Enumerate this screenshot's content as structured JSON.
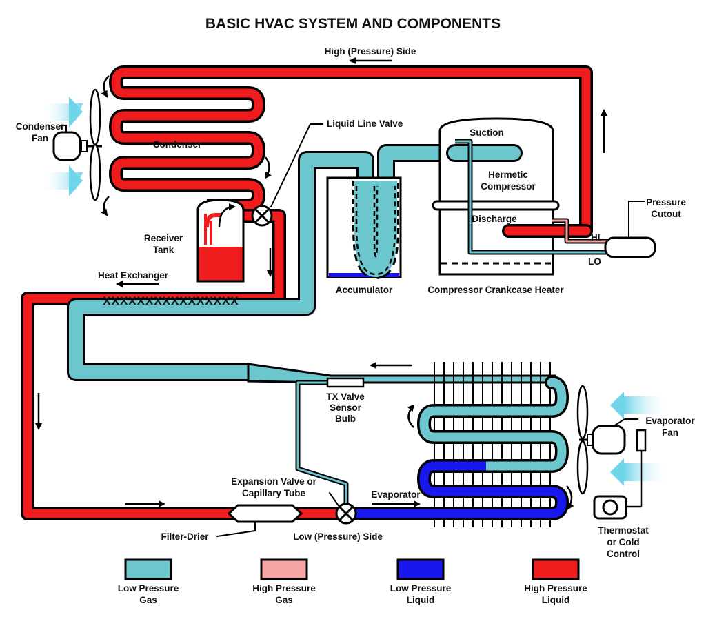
{
  "title": "BASIC HVAC SYSTEM AND COMPONENTS",
  "colors": {
    "low_pressure_gas": "#6cc6ce",
    "high_pressure_gas": "#f5a3a3",
    "low_pressure_liquid": "#1818ee",
    "high_pressure_liquid": "#ee1c1c",
    "airflow": "#7fdcec"
  },
  "labels": {
    "high_side": "High (Pressure) Side",
    "condenser_fan": [
      "Condenser",
      "Fan"
    ],
    "condenser": "Condenser",
    "liquid_line_valve": "Liquid Line Valve",
    "receiver_tank": [
      "Receiver",
      "Tank"
    ],
    "heat_exchanger": "Heat Exchanger",
    "accumulator": "Accumulator",
    "suction": "Suction",
    "hermetic_compressor": [
      "Hermetic",
      "Compressor"
    ],
    "discharge": "Discharge",
    "pressure_cutout": [
      "Pressure",
      "Cutout"
    ],
    "hi": "HI",
    "lo": "LO",
    "crankcase_heater": "Compressor Crankcase Heater",
    "tx_valve_bulb": [
      "TX Valve",
      "Sensor",
      "Bulb"
    ],
    "evaporator_fan": [
      "Evaporator",
      "Fan"
    ],
    "expansion_valve": [
      "Expansion Valve or",
      "Capillary Tube"
    ],
    "evaporator": "Evaporator",
    "filter_drier": "Filter-Drier",
    "low_side": "Low (Pressure) Side",
    "thermostat": [
      "Thermostat",
      "or Cold",
      "Control"
    ],
    "heat_exchanger_marks": "XXXXXXXXXXXXXXXX"
  },
  "legend": [
    {
      "lines": [
        "Low Pressure",
        "Gas"
      ],
      "color": "#6cc6ce"
    },
    {
      "lines": [
        "High Pressure",
        "Gas"
      ],
      "color": "#f5a3a3"
    },
    {
      "lines": [
        "Low Pressure",
        "Liquid"
      ],
      "color": "#1818ee"
    },
    {
      "lines": [
        "High Pressure",
        "Liquid"
      ],
      "color": "#ee1c1c"
    }
  ]
}
